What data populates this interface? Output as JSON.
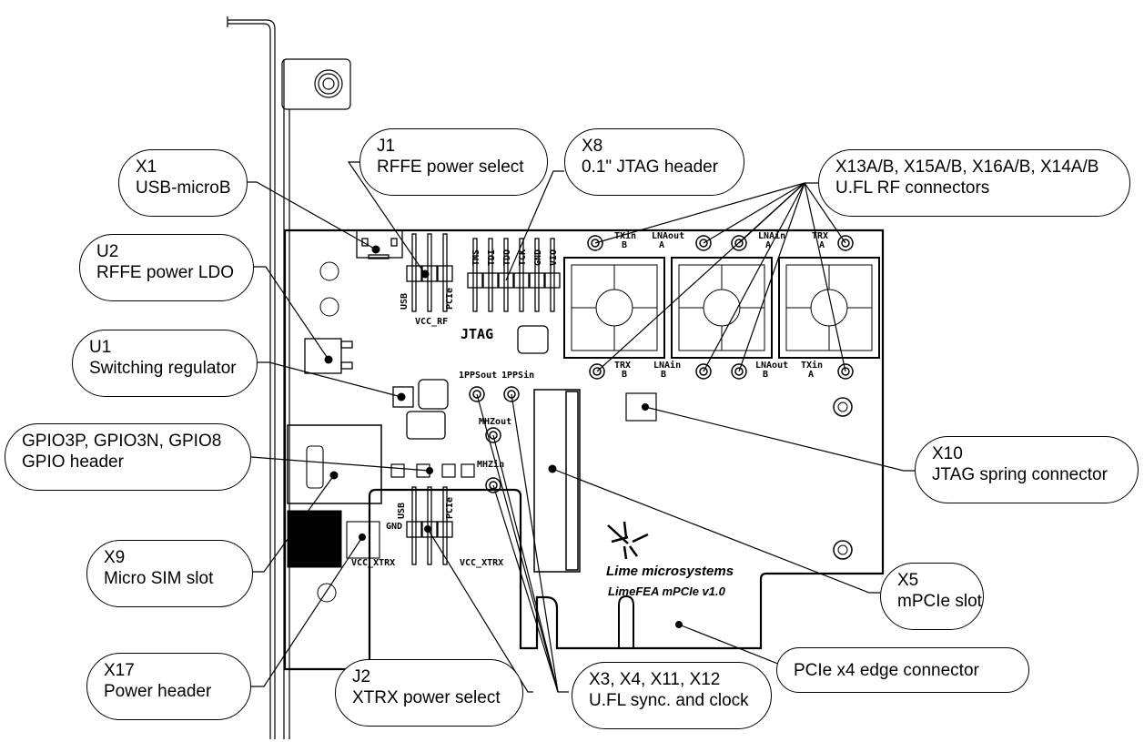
{
  "title": "LimeFEA mPCIe v1.0 board component layout",
  "board": {
    "logo_text": "Lime microsystems",
    "model_text": "LimeFEA mPCIe v1.0",
    "silkscreen": {
      "jtag": "JTAG",
      "vcc_rf": "VCC_RF",
      "vcc_xtrx": "VCC_XTRX",
      "vcc_xtrx_j2": "VCC_XTRX",
      "usb_j1": "USB",
      "pcie_j1": "PCIe",
      "usb_j2": "USB",
      "pcie_j2": "PCIe",
      "gnd": "GND",
      "jtag_pins": [
        "TMS",
        "TDI",
        "TDO",
        "TCK",
        "GND",
        "VIO"
      ],
      "pps_out": "1PPSout",
      "pps_in": "1PPSin",
      "mhz_out": "MHZout",
      "mhz_in": "MHZin",
      "rf_top": [
        {
          "name": "TXin",
          "ch": "B"
        },
        {
          "name": "LNAout",
          "ch": "A"
        },
        {
          "name": "LNAin",
          "ch": "A"
        },
        {
          "name": "TRX",
          "ch": "A"
        }
      ],
      "rf_bottom": [
        {
          "name": "TRX",
          "ch": "B"
        },
        {
          "name": "LNAin",
          "ch": "B"
        },
        {
          "name": "LNAout",
          "ch": "B"
        },
        {
          "name": "TXin",
          "ch": "A"
        }
      ]
    }
  },
  "callouts": [
    {
      "id": "x1",
      "ref": "X1",
      "desc": "USB-microB"
    },
    {
      "id": "u2",
      "ref": "U2",
      "desc": "RFFE power LDO"
    },
    {
      "id": "u1",
      "ref": "U1",
      "desc": "Switching regulator"
    },
    {
      "id": "gpio",
      "ref": "GPIO3P, GPIO3N, GPIO8",
      "desc": "GPIO header"
    },
    {
      "id": "x9",
      "ref": "X9",
      "desc": "Micro SIM slot"
    },
    {
      "id": "x17",
      "ref": "X17",
      "desc": "Power header"
    },
    {
      "id": "j1",
      "ref": "J1",
      "desc": "RFFE power select"
    },
    {
      "id": "x8",
      "ref": "X8",
      "desc": "0.1\" JTAG header"
    },
    {
      "id": "rf",
      "ref": "X13A/B, X15A/B, X16A/B, X14A/B",
      "desc": "U.FL RF connectors"
    },
    {
      "id": "x10",
      "ref": "X10",
      "desc": "JTAG spring connector"
    },
    {
      "id": "x5",
      "ref": "X5",
      "desc": "mPCIe slot"
    },
    {
      "id": "edge",
      "ref": "",
      "desc": "PCIe x4 edge connector"
    },
    {
      "id": "j2",
      "ref": "J2",
      "desc": "XTRX power select"
    },
    {
      "id": "sync",
      "ref": "X3, X4, X11, X12",
      "desc": "U.FL sync. and clock"
    }
  ]
}
